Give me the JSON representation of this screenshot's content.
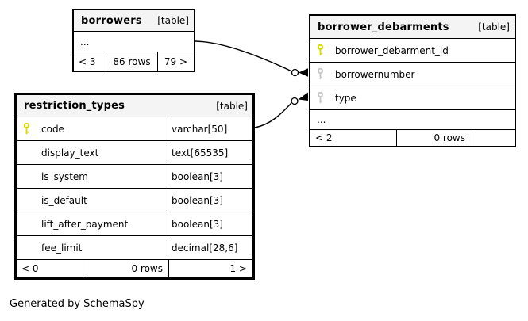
{
  "diagram": {
    "generator_note": "Generated by SchemaSpy",
    "colors": {
      "primary_key": "#d9d900",
      "foreign_key": "#c8c8c8",
      "header_bg": "#f4f4f4",
      "border": "#000000"
    },
    "tables": [
      {
        "name": "borrowers",
        "kind": "[table]",
        "ellipsis": "...",
        "footer": {
          "left": "< 3",
          "center": "86 rows",
          "right": "79 >"
        }
      },
      {
        "name": "borrower_debarments",
        "kind": "[table]",
        "columns": [
          {
            "name": "borrower_debarment_id",
            "key": "primary"
          },
          {
            "name": "borrowernumber",
            "key": "foreign"
          },
          {
            "name": "type",
            "key": "foreign"
          }
        ],
        "ellipsis": "...",
        "footer": {
          "left": "< 2",
          "center": "0 rows",
          "right": ""
        }
      },
      {
        "name": "restriction_types",
        "kind": "[table]",
        "columns": [
          {
            "name": "code",
            "key": "primary",
            "type": "varchar[50]"
          },
          {
            "name": "display_text",
            "key": "none",
            "type": "text[65535]"
          },
          {
            "name": "is_system",
            "key": "none",
            "type": "boolean[3]"
          },
          {
            "name": "is_default",
            "key": "none",
            "type": "boolean[3]"
          },
          {
            "name": "lift_after_payment",
            "key": "none",
            "type": "boolean[3]"
          },
          {
            "name": "fee_limit",
            "key": "none",
            "type": "decimal[28,6]"
          }
        ],
        "footer": {
          "left": "< 0",
          "center": "0 rows",
          "right": "1 >"
        }
      }
    ],
    "relationships": [
      {
        "from": "borrowers",
        "to": "borrower_debarments.borrowernumber"
      },
      {
        "from": "restriction_types.code",
        "to": "borrower_debarments.type"
      }
    ]
  }
}
